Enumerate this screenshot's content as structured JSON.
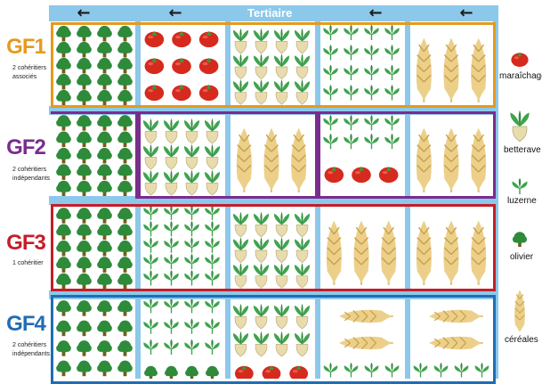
{
  "header": {
    "title": "Tertiaire",
    "arrow_glyph": "←",
    "arrow_count": 4
  },
  "groups": [
    {
      "id": "GF1",
      "note_line1": "2 cohéritiers",
      "note_line2": "associés",
      "color": "#e59a1c"
    },
    {
      "id": "GF2",
      "note_line1": "2 cohéritiers",
      "note_line2": "indépendants",
      "color": "#7a2c8f"
    },
    {
      "id": "GF3",
      "note_line1": "1 cohéritier",
      "note_line2": "",
      "color": "#c41e2a"
    },
    {
      "id": "GF4",
      "note_line1": "2 cohéritiers",
      "note_line2": "indépendants",
      "color": "#1f6db5"
    }
  ],
  "legend": [
    {
      "key": "tomato",
      "label": "maraîchage"
    },
    {
      "key": "beet",
      "label": "betterave"
    },
    {
      "key": "alfalfa",
      "label": "luzerne"
    },
    {
      "key": "olive",
      "label": "olivier"
    },
    {
      "key": "wheat",
      "label": "céréales"
    }
  ],
  "colors": {
    "road": "#8cc8ea",
    "olive_green": "#2e8b3a",
    "olive_trunk": "#7a5a1a",
    "tomato_red": "#d62a1e",
    "tomato_leaf": "#3a9b3a",
    "beet_body": "#e8dcae",
    "leaf_green": "#3fa34d",
    "wheat_yellow": "#ecd08a"
  }
}
